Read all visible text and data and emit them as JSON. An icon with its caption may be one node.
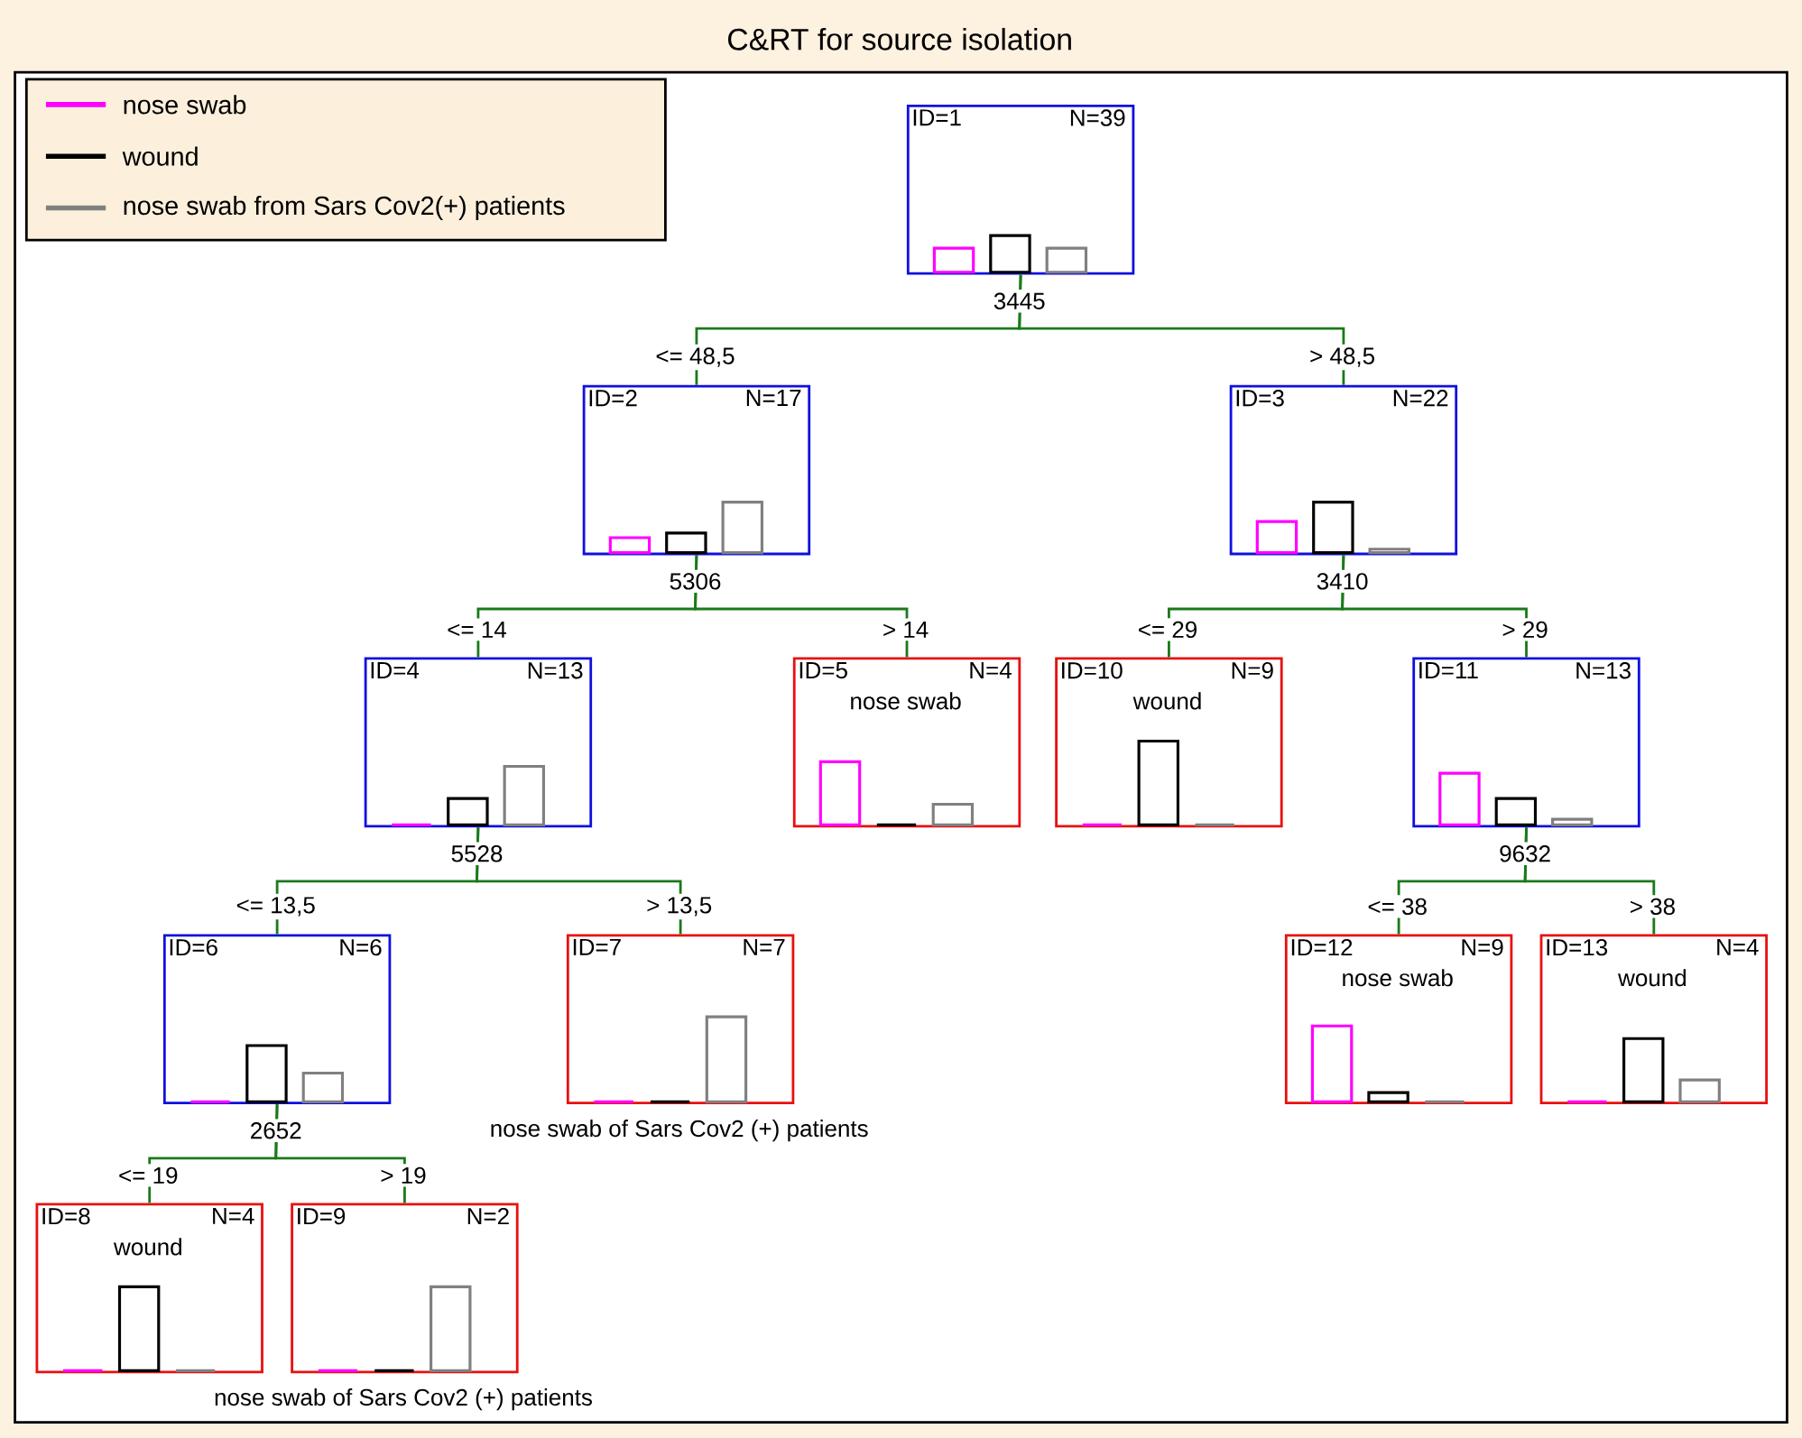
{
  "diagram": {
    "title": "C&RT for source isolation",
    "nodes": [
      {
        "text": [
          "ID=1",
          "N=39"
        ],
        "beside": [
          "3445"
        ]
      },
      {
        "text": [
          "ID=2",
          "N=17"
        ],
        "beside": [
          "5306"
        ]
      },
      {
        "text": [
          "ID=3",
          "N=22"
        ],
        "beside": [
          "3410"
        ]
      },
      {
        "text": [
          "ID=4",
          "N=13"
        ],
        "beside": [
          "5528"
        ]
      },
      {
        "text": [
          "ID=5",
          "N=4",
          "nose swab"
        ]
      },
      {
        "text": [
          "ID=6",
          "N=6"
        ],
        "beside": [
          "2652"
        ]
      },
      {
        "text": [
          "ID=7",
          "N=7"
        ],
        "beside": [
          "nose swab of Sars Cov2 (+) patients"
        ]
      },
      {
        "text": [
          "ID=8",
          "N=4",
          "wound"
        ]
      },
      {
        "text": [
          "ID=9",
          "N=2"
        ],
        "beside": [
          "nose swab of Sars Cov2 (+) patients"
        ]
      },
      {
        "text": [
          "ID=10",
          "N=9",
          "wound"
        ]
      },
      {
        "text": [
          "ID=11",
          "N=13"
        ],
        "beside": [
          "9632"
        ]
      },
      {
        "text": [
          "ID=12",
          "N=9",
          "nose swab"
        ]
      },
      {
        "text": [
          "ID=13",
          "N=4",
          "wound"
        ]
      }
    ],
    "edges": [
      {
        "from": 0,
        "to": 1,
        "arrow": "none",
        "label": "<= 48,5"
      },
      {
        "from": 0,
        "to": 2,
        "arrow": "none",
        "label": "> 48,5"
      },
      {
        "from": 1,
        "to": 3,
        "arrow": "none",
        "label": "<= 14"
      },
      {
        "from": 1,
        "to": 4,
        "arrow": "none",
        "label": "> 14"
      },
      {
        "from": 2,
        "to": 9,
        "arrow": "none",
        "label": "<= 29"
      },
      {
        "from": 2,
        "to": 10,
        "arrow": "none",
        "label": "> 29"
      },
      {
        "from": 3,
        "to": 5,
        "arrow": "none",
        "label": "<= 13,5"
      },
      {
        "from": 3,
        "to": 6,
        "arrow": "none",
        "label": "> 13,5"
      },
      {
        "from": 5,
        "to": 7,
        "arrow": "none",
        "label": "<= 19"
      },
      {
        "from": 5,
        "to": 8,
        "arrow": "none",
        "label": "> 19"
      },
      {
        "from": 10,
        "to": 11,
        "arrow": "none",
        "label": "<= 38"
      },
      {
        "from": 10,
        "to": 12,
        "arrow": "none",
        "label": "> 38"
      }
    ],
    "legend": [
      {
        "text": "nose swab"
      },
      {
        "text": "wound"
      },
      {
        "text": "nose swab from Sars Cov2(+) patients"
      }
    ]
  }
}
